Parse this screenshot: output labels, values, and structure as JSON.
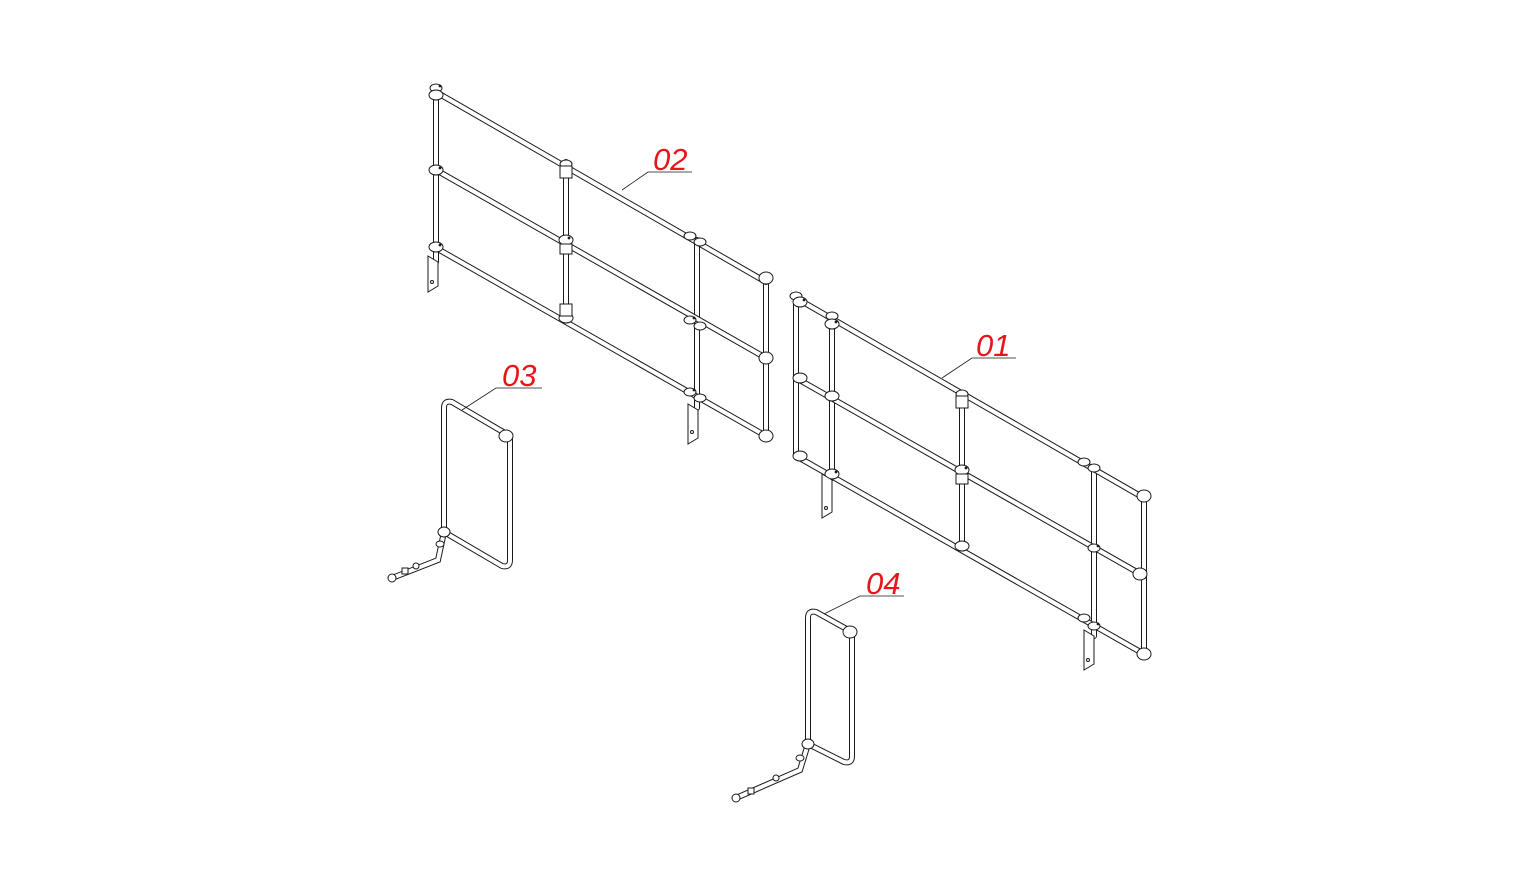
{
  "drawing": {
    "background": "#ffffff",
    "line_color": "#1a1a1a",
    "label_color": "#e8141b",
    "callouts": [
      {
        "id": "01",
        "label": "01"
      },
      {
        "id": "02",
        "label": "02"
      },
      {
        "id": "03",
        "label": "03"
      },
      {
        "id": "04",
        "label": "04"
      }
    ]
  }
}
